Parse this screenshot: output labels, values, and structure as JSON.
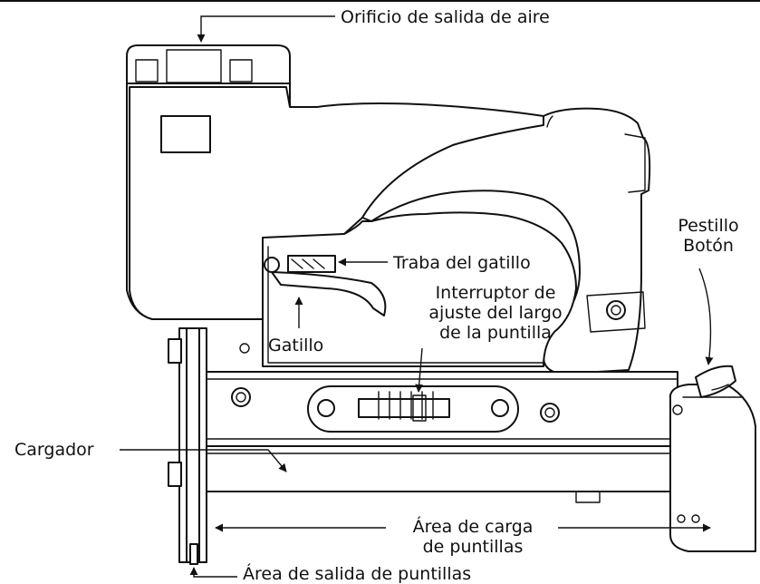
{
  "labels": {
    "air_exhaust": "Orificio de salida de aire",
    "latch_button_1": "Pestillo",
    "latch_button_2": "Botón",
    "trigger_lock": "Traba del gatillo",
    "length_switch_1": "Interruptor de",
    "length_switch_2": "ajuste del largo",
    "length_switch_3": "de la puntilla",
    "trigger": "Gatillo",
    "magazine": "Cargador",
    "loading_area_1": "Área de carga",
    "loading_area_2": "de puntillas",
    "exit_area": "Área de salida de puntillas"
  }
}
